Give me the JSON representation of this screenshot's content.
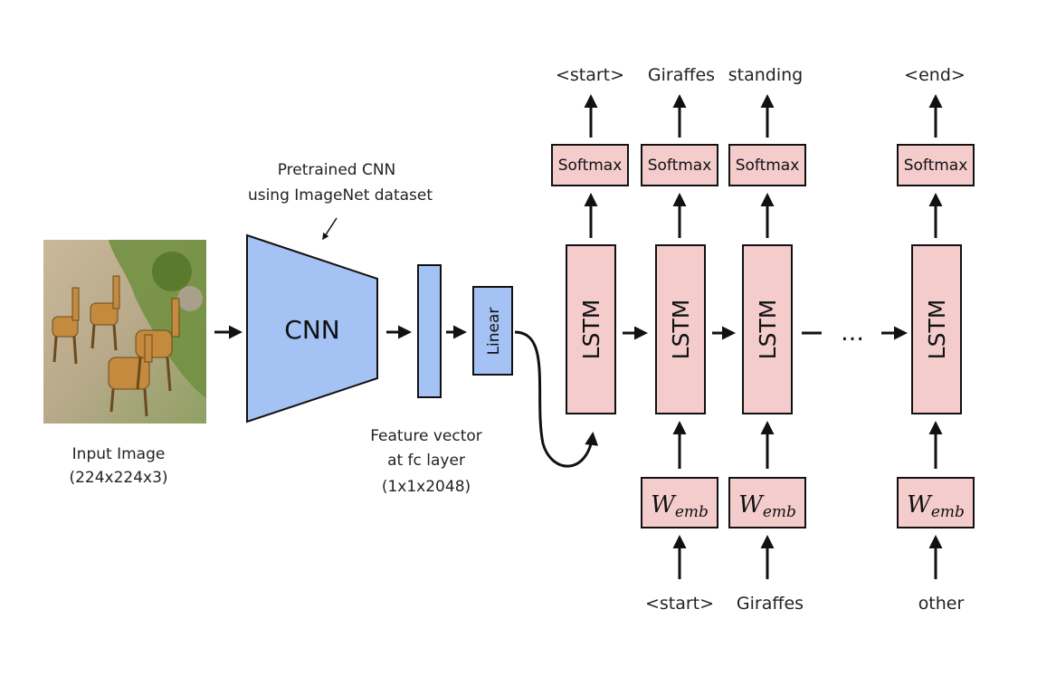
{
  "input_image": {
    "label_line1": "Input Image",
    "label_line2": "(224x224x3)"
  },
  "cnn": {
    "label": "CNN",
    "annotation_line1": "Pretrained CNN",
    "annotation_line2": "using ImageNet dataset",
    "color": "#a4c2f4"
  },
  "feature_vector": {
    "label_line1": "Feature vector",
    "label_line2": "at fc layer",
    "label_line3": "(1x1x2048)"
  },
  "linear": {
    "label": "Linear"
  },
  "lstm": {
    "label": "LSTM",
    "color": "#f4cccc"
  },
  "softmax": {
    "label": "Softmax"
  },
  "wemb": {
    "symbol": "W",
    "subscript": "emb"
  },
  "ellipsis": "…",
  "outputs": [
    "<start>",
    "Giraffes",
    "standing",
    "<end>"
  ],
  "inputs": [
    "<start>",
    "Giraffes",
    "other"
  ]
}
